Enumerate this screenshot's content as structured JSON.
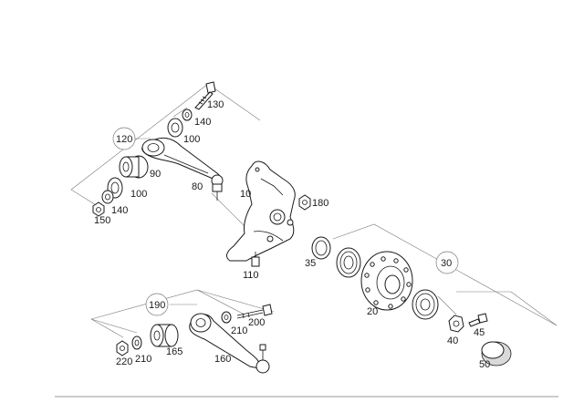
{
  "labels": {
    "p10": "10",
    "p20": "20",
    "p30": "30",
    "p35": "35",
    "p40": "40",
    "p45": "45",
    "p50": "50",
    "p80": "80",
    "p90": "90",
    "p100a": "100",
    "p100b": "100",
    "p110": "110",
    "p120": "120",
    "p130": "130",
    "p140a": "140",
    "p140b": "140",
    "p150": "150",
    "p160": "160",
    "p165": "165",
    "p180": "180",
    "p190": "190",
    "p200": "200",
    "p210a": "210",
    "p210b": "210",
    "p220": "220"
  },
  "colors": {
    "line": "#1a1a1a",
    "leader": "#7a7a7a",
    "background": "#ffffff"
  }
}
